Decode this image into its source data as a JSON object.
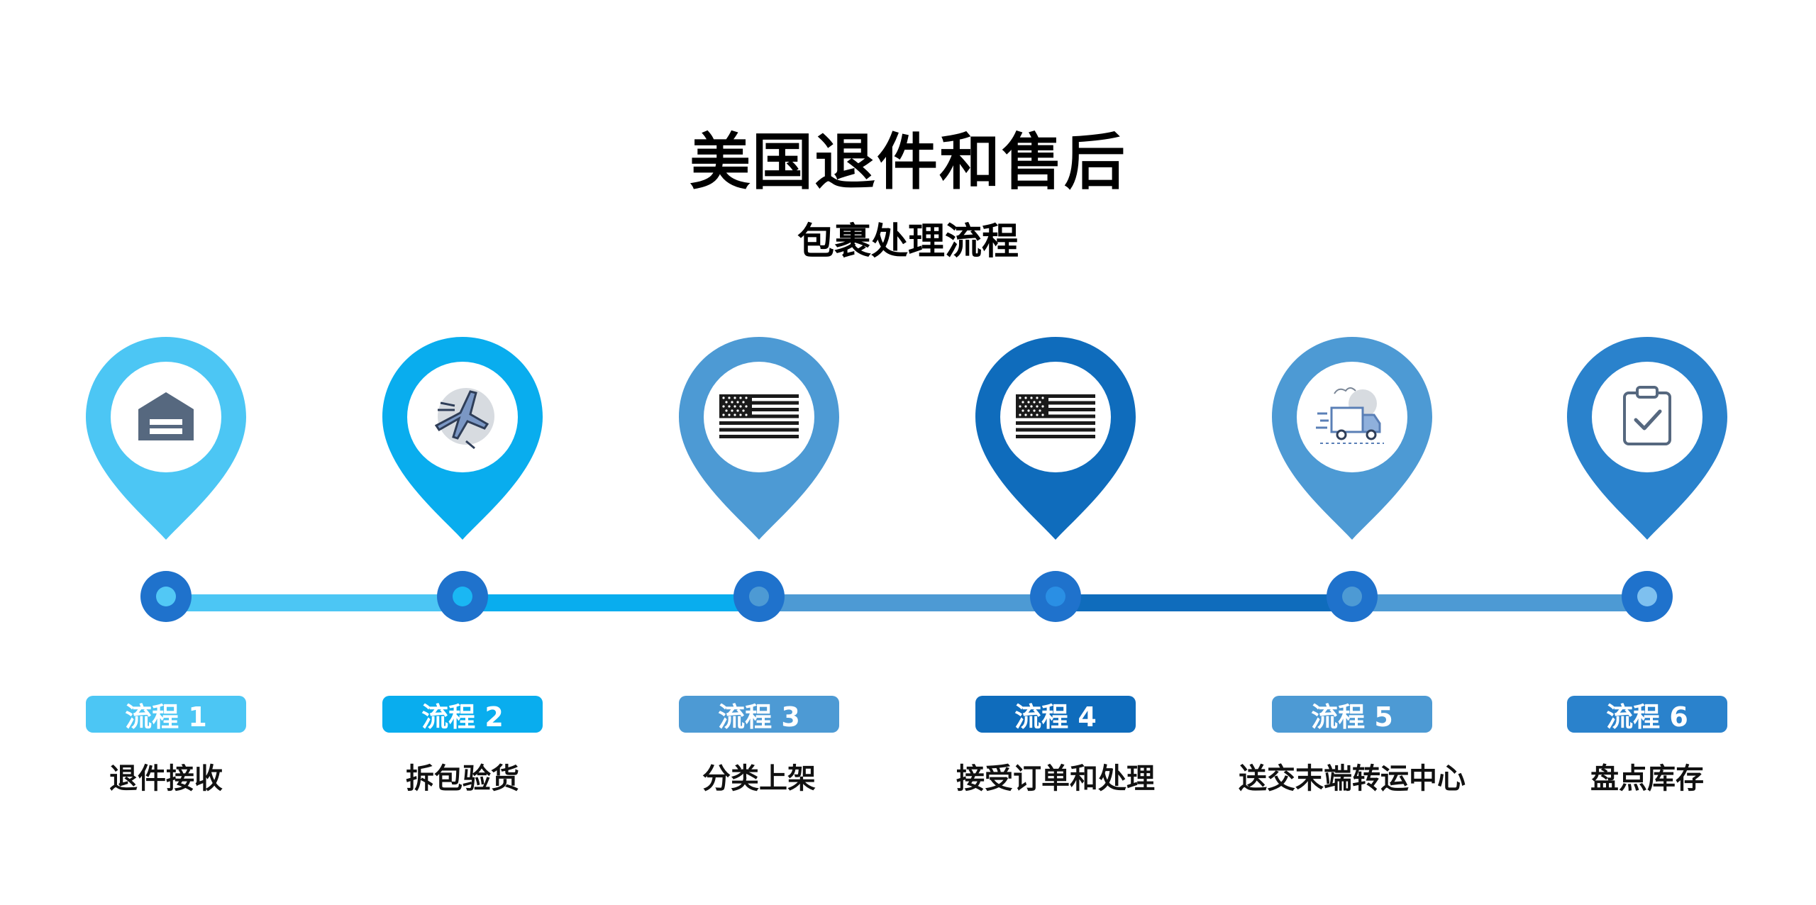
{
  "title": "美国退件和售后",
  "subtitle": "包裹处理流程",
  "steps": [
    {
      "label": "流程 1",
      "desc": "退件接收",
      "color": "#4cc6f4",
      "icon": "warehouse-icon",
      "dot_inner": "#52c8f5"
    },
    {
      "label": "流程 2",
      "desc": "拆包验货",
      "color": "#09adee",
      "icon": "airplane-icon",
      "dot_inner": "#1ab7f3"
    },
    {
      "label": "流程 3",
      "desc": "分类上架",
      "color": "#4d9ad4",
      "icon": "us-flag-icon",
      "dot_inner": "#4d9ad4"
    },
    {
      "label": "流程 4",
      "desc": "接受订单和处理",
      "color": "#0f6cbc",
      "icon": "us-flag-icon",
      "dot_inner": "#2a8fe4"
    },
    {
      "label": "流程 5",
      "desc": "送交末端转运中心",
      "color": "#4d9ad4",
      "icon": "delivery-truck-icon",
      "dot_inner": "#4d9ad4"
    },
    {
      "label": "流程 6",
      "desc": "盘点库存",
      "color": "#2a82cc",
      "icon": "clipboard-check-icon",
      "dot_inner": "#7ec0ef"
    }
  ]
}
